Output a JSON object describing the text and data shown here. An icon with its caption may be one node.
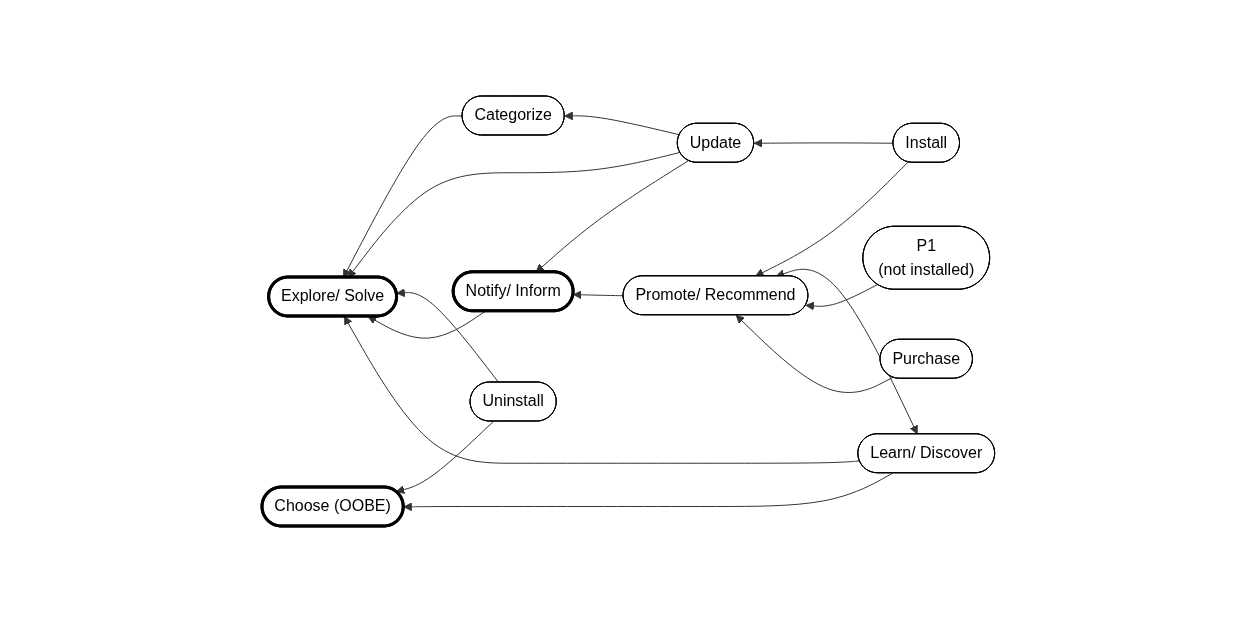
{
  "diagram": {
    "nodes": [
      {
        "text": [
          "Categorize"
        ]
      },
      {
        "text": [
          "Update"
        ]
      },
      {
        "text": [
          "Uninstall"
        ]
      },
      {
        "text": [
          "Explore/ Solve"
        ]
      },
      {
        "text": [
          "Notify/ Inform"
        ]
      },
      {
        "text": [
          "Install"
        ]
      },
      {
        "text": [
          "Choose (OOBE)"
        ]
      },
      {
        "text": [
          "Learn/ Discover"
        ]
      },
      {
        "text": [
          "Promote/ Recommend"
        ]
      },
      {
        "text": [
          "P1",
          "(not installed)"
        ]
      },
      {
        "text": [
          "Purchase"
        ]
      }
    ],
    "edges": [
      {
        "from": 1,
        "to": 0,
        "arrow": "to"
      },
      {
        "from": 0,
        "to": 3,
        "arrow": "to"
      },
      {
        "from": 1,
        "to": 3,
        "arrow": "to"
      },
      {
        "from": 1,
        "to": 4,
        "arrow": "to"
      },
      {
        "from": 2,
        "to": 3,
        "arrow": "to"
      },
      {
        "from": 4,
        "to": 3,
        "arrow": "to"
      },
      {
        "from": 5,
        "to": 1,
        "arrow": "to"
      },
      {
        "from": 2,
        "to": 6,
        "arrow": "to"
      },
      {
        "from": 7,
        "to": 3,
        "arrow": "to"
      },
      {
        "from": 8,
        "to": 4,
        "arrow": "to"
      },
      {
        "from": 5,
        "to": 8,
        "arrow": "to"
      },
      {
        "from": 7,
        "to": 6,
        "arrow": "to"
      },
      {
        "from": 7,
        "to": 8,
        "arrow": "both"
      },
      {
        "from": 9,
        "to": 8,
        "arrow": "to"
      },
      {
        "from": 10,
        "to": 8,
        "arrow": "to"
      }
    ]
  }
}
